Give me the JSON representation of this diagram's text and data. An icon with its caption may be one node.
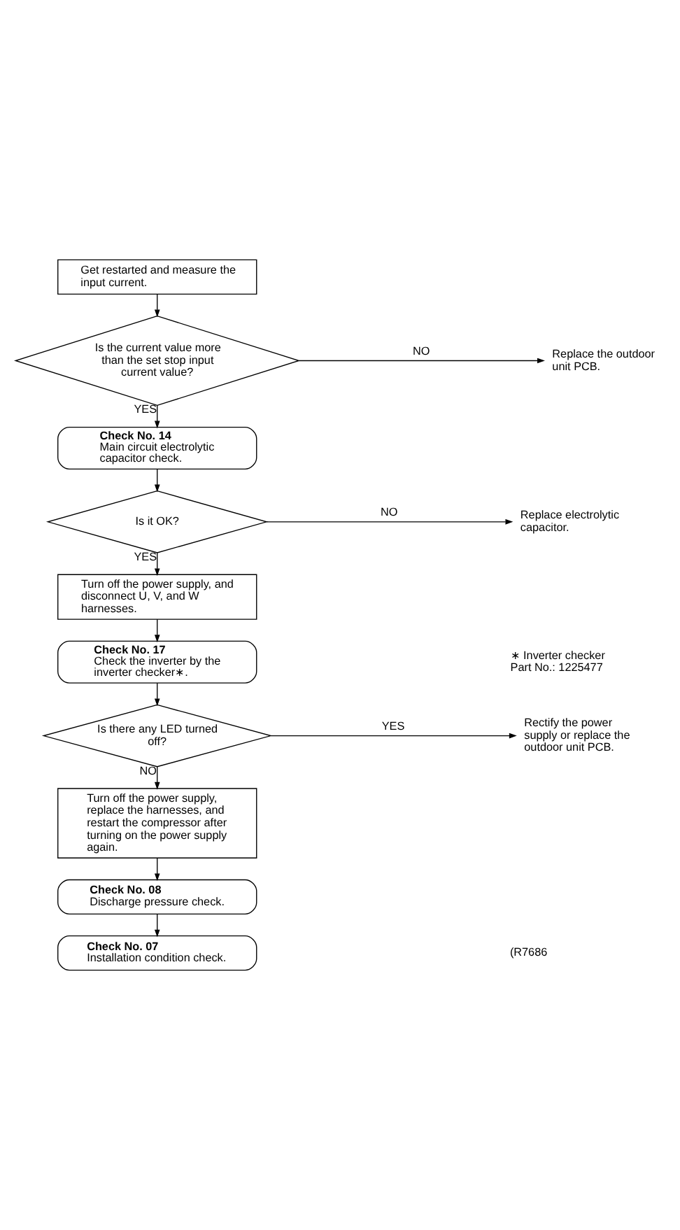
{
  "diagram": {
    "nodes": [
      {
        "text": [
          "Get restarted and measure the input current."
        ]
      },
      {
        "text": [
          "Is the current value more than the set stop input current value?"
        ]
      },
      {
        "text": [
          "Replace the outdoor unit PCB."
        ]
      },
      {
        "text": [
          "Check No. 14",
          "Main circuit electrolytic capacitor check."
        ]
      },
      {
        "text": [
          "Is it OK?"
        ]
      },
      {
        "text": [
          "Replace electrolytic capacitor."
        ]
      },
      {
        "text": [
          "Turn off the power supply, and disconnect U, V, and W harnesses."
        ]
      },
      {
        "text": [
          "Check No. 17",
          "Check the inverter by the inverter checker∗."
        ]
      },
      {
        "text": [
          "Is there any LED turned off?"
        ]
      },
      {
        "text": [
          "Rectify the power supply or replace the outdoor unit PCB."
        ]
      },
      {
        "text": [
          "Turn off the power supply, replace the harnesses, and restart the compressor after turning on the power supply again."
        ]
      },
      {
        "text": [
          "Check No. 08",
          "Discharge pressure check."
        ]
      },
      {
        "text": [
          "Check No. 07",
          "Installation condition check."
        ]
      }
    ],
    "edges": [
      {
        "from": 0,
        "to": 1,
        "arrow": "to"
      },
      {
        "from": 1,
        "to": 2,
        "arrow": "to",
        "label": "NO"
      },
      {
        "from": 1,
        "to": 3,
        "arrow": "to",
        "label": "YES"
      },
      {
        "from": 3,
        "to": 4,
        "arrow": "to"
      },
      {
        "from": 4,
        "to": 5,
        "arrow": "to",
        "label": "NO"
      },
      {
        "from": 4,
        "to": 6,
        "arrow": "to",
        "label": "YES"
      },
      {
        "from": 6,
        "to": 7,
        "arrow": "to"
      },
      {
        "from": 7,
        "to": 8,
        "arrow": "to"
      },
      {
        "from": 8,
        "to": 9,
        "arrow": "to",
        "label": "YES"
      },
      {
        "from": 8,
        "to": 10,
        "arrow": "to",
        "label": "NO"
      },
      {
        "from": 10,
        "to": 11,
        "arrow": "to"
      },
      {
        "from": 11,
        "to": 12,
        "arrow": "to"
      }
    ],
    "labels": [
      "∗ Inverter checker Part No.: 1225477",
      "(R7686"
    ]
  }
}
